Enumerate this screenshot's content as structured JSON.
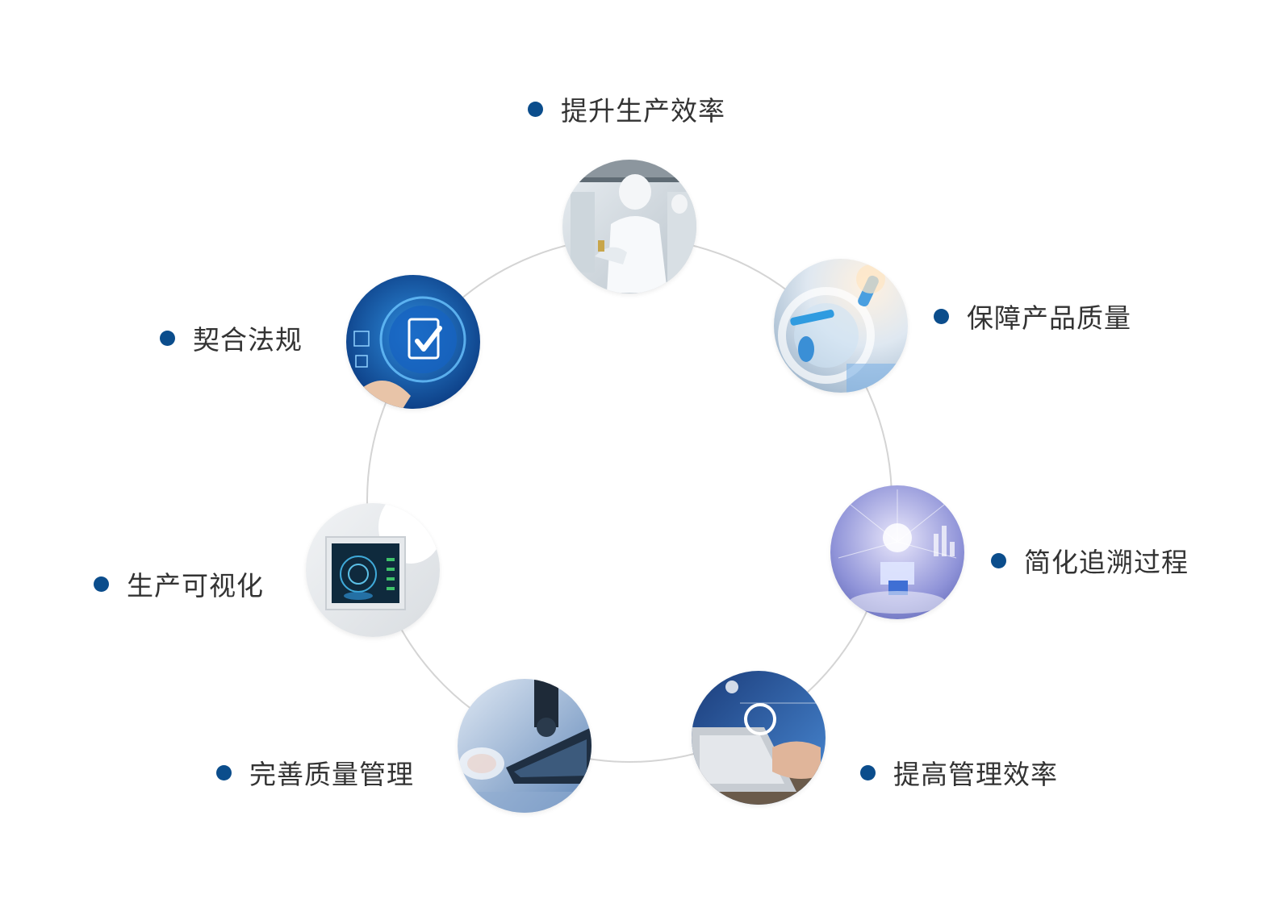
{
  "accent_color": "#0b4d8c",
  "ring_color": "#d4d4d4",
  "items": [
    {
      "label": "提升生产效率",
      "icon": "cleanroom-worker-icon"
    },
    {
      "label": "保障产品质量",
      "icon": "lab-test-tube-icon"
    },
    {
      "label": "简化追溯过程",
      "icon": "data-network-icon"
    },
    {
      "label": "提高管理效率",
      "icon": "laptop-analytics-icon"
    },
    {
      "label": "完善质量管理",
      "icon": "microscope-icon"
    },
    {
      "label": "生产可视化",
      "icon": "monitor-display-icon"
    },
    {
      "label": "契合法规",
      "icon": "compliance-checklist-icon"
    }
  ]
}
